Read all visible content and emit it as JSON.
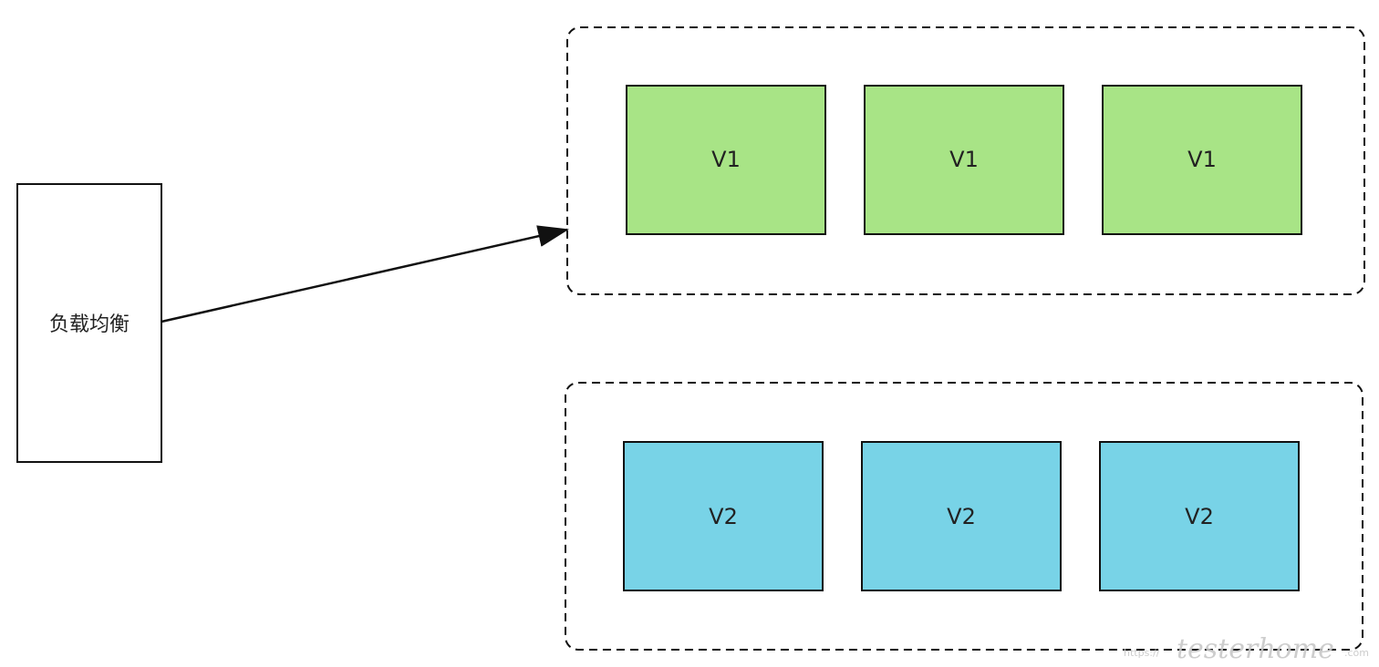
{
  "diagram": {
    "load_balancer": {
      "label": "负载均衡"
    },
    "groups": [
      {
        "id": "v1",
        "label": "V1",
        "fill": "#a8e486",
        "instances": [
          "V1",
          "V1",
          "V1"
        ]
      },
      {
        "id": "v2",
        "label": "V2",
        "fill": "#78d3e7",
        "instances": [
          "V2",
          "V2",
          "V2"
        ]
      }
    ],
    "edges": [
      {
        "from": "load_balancer",
        "to": "group-v1"
      }
    ],
    "colors": {
      "stroke": "#111111",
      "v1_fill": "#a8e486",
      "v2_fill": "#78d3e7"
    }
  },
  "watermark": {
    "prefix": "https://",
    "script": "testerhome",
    "suffix": ".com"
  }
}
